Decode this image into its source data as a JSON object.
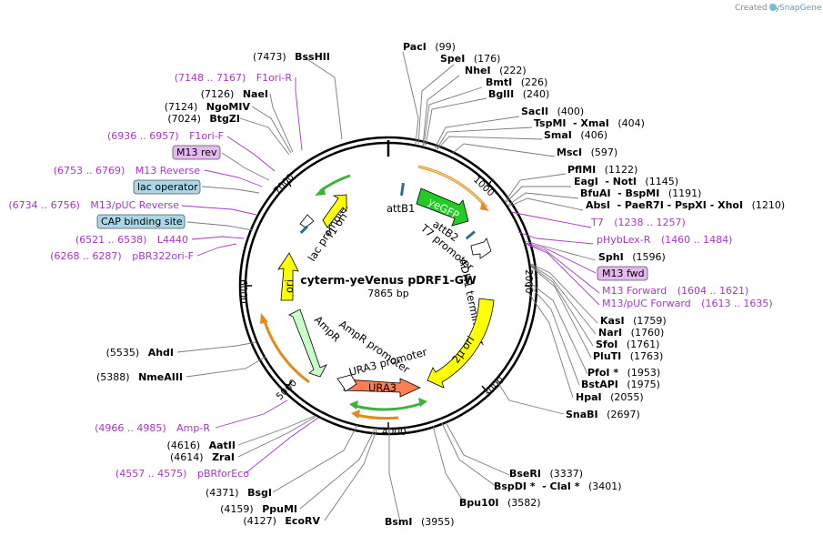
{
  "credit": {
    "created_by": "Created by",
    "brand": "SnapGene"
  },
  "plasmid": {
    "name": "cyterm-yeVenus pDRF1-GW",
    "length": "7865 bp"
  },
  "ticks": [
    "1000",
    "2000",
    "3000",
    "4000",
    "5000",
    "6000",
    "7000"
  ],
  "sites": [
    {
      "name": "PacI",
      "pos": "(99)"
    },
    {
      "name": "SpeI",
      "pos": "(176)"
    },
    {
      "name": "NheI",
      "pos": "(222)"
    },
    {
      "name": "BmtI",
      "pos": "(226)"
    },
    {
      "name": "BglII",
      "pos": "(240)"
    },
    {
      "name": "SacII",
      "pos": "(400)"
    },
    {
      "name": "TspMI",
      "alt": "- XmaI",
      "pos": "(404)"
    },
    {
      "name": "SmaI",
      "pos": "(406)"
    },
    {
      "name": "MscI",
      "pos": "(597)"
    },
    {
      "name": "PflMI",
      "pos": "(1122)"
    },
    {
      "name": "EagI",
      "alt": "- NotI",
      "pos": "(1145)"
    },
    {
      "name": "BfuAI",
      "alt": "- BspMI",
      "pos": "(1191)"
    },
    {
      "name": "AbsI",
      "alt": "- PaeR7I - PspXI - XhoI",
      "pos": "(1210)"
    },
    {
      "name": "SphI",
      "pos": "(1596)"
    },
    {
      "name": "KasI",
      "pos": "(1759)"
    },
    {
      "name": "NarI",
      "pos": "(1760)"
    },
    {
      "name": "SfoI",
      "pos": "(1761)"
    },
    {
      "name": "PluTI",
      "pos": "(1763)"
    },
    {
      "name": "PfoI *",
      "pos": "(1953)"
    },
    {
      "name": "BstAPI",
      "pos": "(1975)"
    },
    {
      "name": "HpaI",
      "pos": "(2055)"
    },
    {
      "name": "SnaBI",
      "pos": "(2697)"
    },
    {
      "name": "BseRI",
      "pos": "(3337)"
    },
    {
      "name": "BspDI *",
      "alt": "- ClaI *",
      "pos": "(3401)"
    },
    {
      "name": "Bpu10I",
      "pos": "(3582)"
    },
    {
      "name": "BsmI",
      "pos": "(3955)"
    },
    {
      "name": "EcoRV",
      "pos": "(4127)"
    },
    {
      "name": "PpuMI",
      "pos": "(4159)"
    },
    {
      "name": "BsgI",
      "pos": "(4371)"
    },
    {
      "name": "ZraI",
      "pos": "(4614)"
    },
    {
      "name": "AatII",
      "pos": "(4616)"
    },
    {
      "name": "NmeAIII",
      "pos": "(5388)"
    },
    {
      "name": "AhdI",
      "pos": "(5535)"
    },
    {
      "name": "BtgZI",
      "pos": "(7024)"
    },
    {
      "name": "NgoMIV",
      "pos": "(7124)"
    },
    {
      "name": "NaeI",
      "pos": "(7126)"
    },
    {
      "name": "BssHII",
      "pos": "(7473)"
    }
  ],
  "primers": [
    {
      "name": "T7",
      "range": "(1238 .. 1257)"
    },
    {
      "name": "pHybLex-R",
      "range": "(1460 .. 1484)"
    },
    {
      "name": "M13 fwd",
      "range": ""
    },
    {
      "name": "M13 Forward",
      "range": "(1604 .. 1621)"
    },
    {
      "name": "M13/pUC Forward",
      "range": "(1613 .. 1635)"
    },
    {
      "name": "Amp-R",
      "range": "(4966 .. 4985)"
    },
    {
      "name": "pBRforEco",
      "range": "(4557 .. 4575)"
    },
    {
      "name": "pBR322ori-F",
      "range": "(6268 .. 6287)"
    },
    {
      "name": "L4440",
      "range": "(6521 .. 6538)"
    },
    {
      "name": "CAP binding site",
      "range": ""
    },
    {
      "name": "M13/pUC Reverse",
      "range": "(6734 .. 6756)"
    },
    {
      "name": "lac operator",
      "range": ""
    },
    {
      "name": "M13 Reverse",
      "range": "(6753 .. 6769)"
    },
    {
      "name": "M13 rev",
      "range": ""
    },
    {
      "name": "F1ori-F",
      "range": "(6936 .. 6957)"
    },
    {
      "name": "F1ori-R",
      "range": "(7148 .. 7167)"
    }
  ],
  "features": [
    {
      "label": "yeGFP",
      "color": "#22cc22"
    },
    {
      "label": "attB1",
      "color": "#2a6f8f"
    },
    {
      "label": "attB2",
      "color": "#2a6f8f"
    },
    {
      "label": "T7 promoter",
      "color": "#ffffff"
    },
    {
      "label": "ADH1 terminator",
      "color": "#ffffff"
    },
    {
      "label": "2µ ori",
      "color": "#ffff00"
    },
    {
      "label": "URA3",
      "color": "#ff7f50"
    },
    {
      "label": "URA3 promoter",
      "color": "#ffffff"
    },
    {
      "label": "AmpR promoter",
      "color": "#ffffff"
    },
    {
      "label": "AmpR",
      "color": "#c8ffc8"
    },
    {
      "label": "ori",
      "color": "#ffff00"
    },
    {
      "label": "lac promoter",
      "color": "#ffffff"
    },
    {
      "label": "f1 ori",
      "color": "#ffff00"
    }
  ],
  "colors": {
    "enzyme": "#000000",
    "primer": "#a637c9",
    "primer_box": "#e6b8f0",
    "tag_box": "#a9d7e6",
    "orf_arc": "#e38a1a",
    "green_arc": "#3bb33b"
  }
}
